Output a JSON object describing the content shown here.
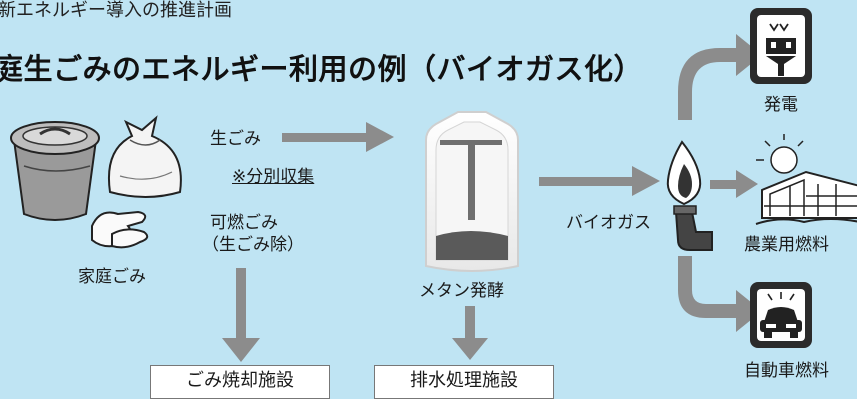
{
  "subtitle": "新エネルギー導入の推進計画",
  "title": "庭生ごみのエネルギー利用の例（バイオガス化）",
  "labels": {
    "household_waste": "家庭ごみ",
    "food_waste": "生ごみ",
    "separate_collection": "※分別収集",
    "burnable_waste_line1": "可燃ごみ",
    "burnable_waste_line2": "（生ごみ除）",
    "methane_fermentation": "メタン発酵",
    "biogas": "バイオガス",
    "power_generation": "発電",
    "agricultural_fuel": "農業用燃料",
    "vehicle_fuel": "自動車燃料"
  },
  "boxes": {
    "incineration": "ごみ焼却施設",
    "wastewater": "排水処理施設"
  },
  "colors": {
    "background": "#bfe4f3",
    "arrow": "#8c8c8c",
    "icon_box": "#2b2b2b"
  }
}
